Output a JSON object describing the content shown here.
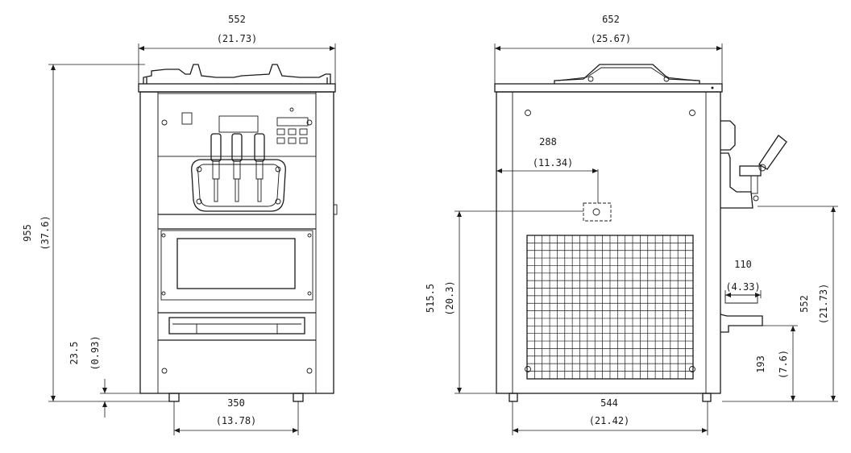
{
  "front_view": {
    "width_mm": "552",
    "width_in": "(21.73)",
    "height_mm": "955",
    "height_in": "(37.6)",
    "foot_gap_mm": "23.5",
    "foot_gap_in": "(0.93)",
    "foot_span_mm": "350",
    "foot_span_in": "(13.78)"
  },
  "side_view": {
    "width_mm": "652",
    "width_in": "(25.67)",
    "port_offset_mm": "288",
    "port_offset_in": "(11.34)",
    "port_height_mm": "515.5",
    "port_height_in": "(20.3)",
    "tray_depth_mm": "110",
    "tray_depth_in": "(4.33)",
    "spout_height_mm": "552",
    "spout_height_in": "(21.73)",
    "tray_height_mm": "193",
    "tray_height_in": "(7.6)",
    "foot_span_mm": "544",
    "foot_span_in": "(21.42)"
  },
  "colors": {
    "line": "#1a1a1a",
    "background": "#ffffff"
  }
}
